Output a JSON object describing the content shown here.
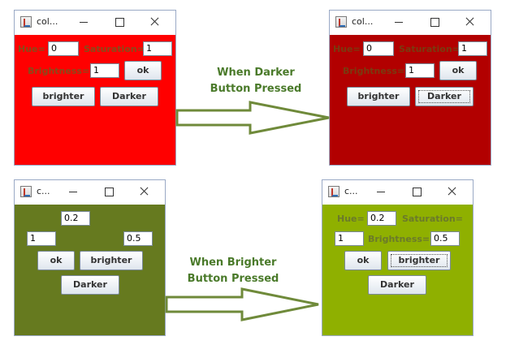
{
  "windows": [
    {
      "title": "col...",
      "pane_color": "#ff0000",
      "label_color": "#8a4a1a",
      "hue_label": "Hue=",
      "hue_value": "0",
      "saturation_label": "Saturation=",
      "saturation_value": "1",
      "brightness_label": "Brightness=",
      "brightness_value": "1",
      "ok_label": "ok",
      "brighter_label": "brighter",
      "darker_label": "Darker"
    },
    {
      "title": "col...",
      "pane_color": "#b20000",
      "label_color": "#7a3a10",
      "hue_label": "Hue=",
      "hue_value": "0",
      "saturation_label": "Saturation=",
      "saturation_value": "1",
      "brightness_label": "Brightness=",
      "brightness_value": "1",
      "ok_label": "ok",
      "brighter_label": "brighter",
      "darker_label": "Darker"
    },
    {
      "title": "c...",
      "pane_color": "#667a1f",
      "hue_value": "0.2",
      "saturation_value": "1",
      "brightness_value": "0.5",
      "ok_label": "ok",
      "brighter_label": "brighter",
      "darker_label": "Darker"
    },
    {
      "title": "c...",
      "pane_color": "#8fb000",
      "label_color": "#6b7a2a",
      "hue_label": "Hue=",
      "hue_value": "0.2",
      "saturation_label": "Saturation=",
      "saturation_value": "1",
      "brightness_label": "Brightness=",
      "brightness_value": "0.5",
      "ok_label": "ok",
      "brighter_label": "brighter",
      "darker_label": "Darker"
    }
  ],
  "captions": {
    "darker": [
      "When Darker",
      "Button Pressed"
    ],
    "brighter": [
      "When Brighter",
      "Button Pressed"
    ]
  },
  "colors": {
    "caption_text": "#4a7a2a",
    "arrow_stroke": "#6f8a3a"
  }
}
